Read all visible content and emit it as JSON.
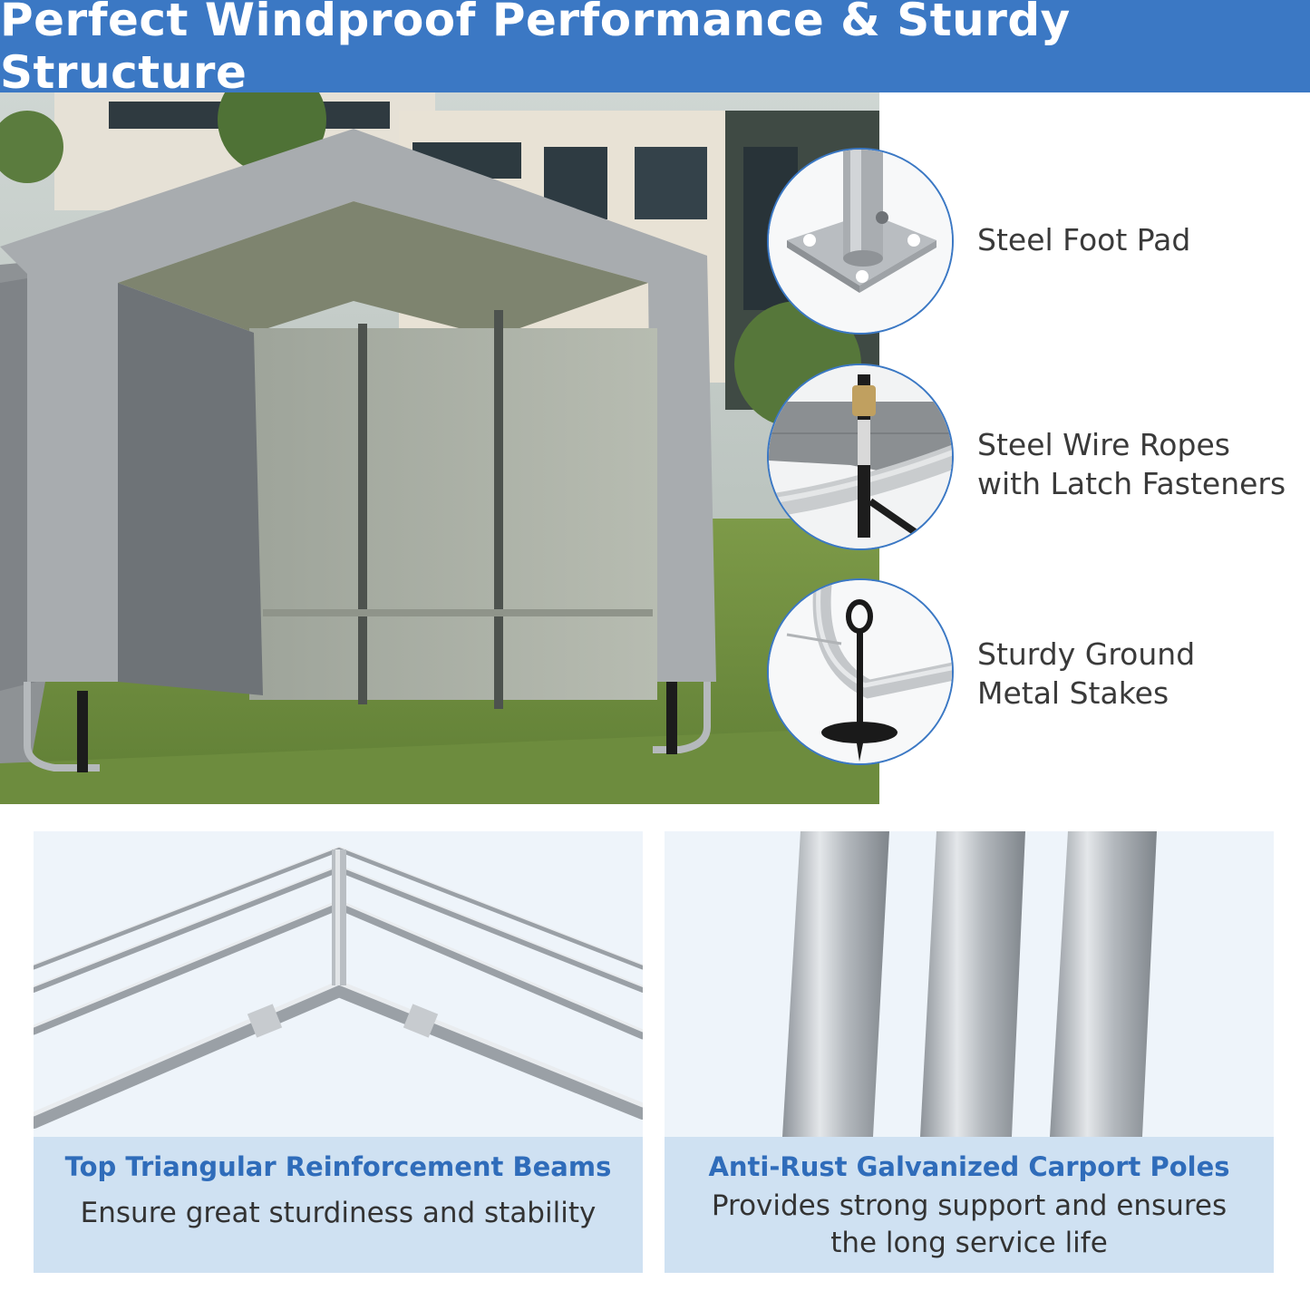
{
  "header": {
    "title": "Perfect Windproof Performance & Sturdy Structure"
  },
  "features": [
    {
      "icon": "steel-foot-pad-icon",
      "lines": [
        "Steel Foot Pad"
      ]
    },
    {
      "icon": "steel-wire-rope-icon",
      "lines": [
        "Steel Wire Ropes",
        "with Latch Fasteners"
      ]
    },
    {
      "icon": "ground-stake-icon",
      "lines": [
        "Sturdy Ground",
        "Metal Stakes"
      ]
    }
  ],
  "panels": [
    {
      "title": "Top Triangular Reinforcement Beams",
      "text_lines": [
        "Ensure great sturdiness and stability"
      ]
    },
    {
      "title": "Anti-Rust Galvanized Carport Poles",
      "text_lines": [
        "Provides strong support and ensures",
        "the long service life"
      ]
    }
  ],
  "colors": {
    "banner": "#3b78c4",
    "caption_bg": "#cfe1f2",
    "caption_title": "#2f6cba",
    "panel_bg": "#eef4fa"
  }
}
